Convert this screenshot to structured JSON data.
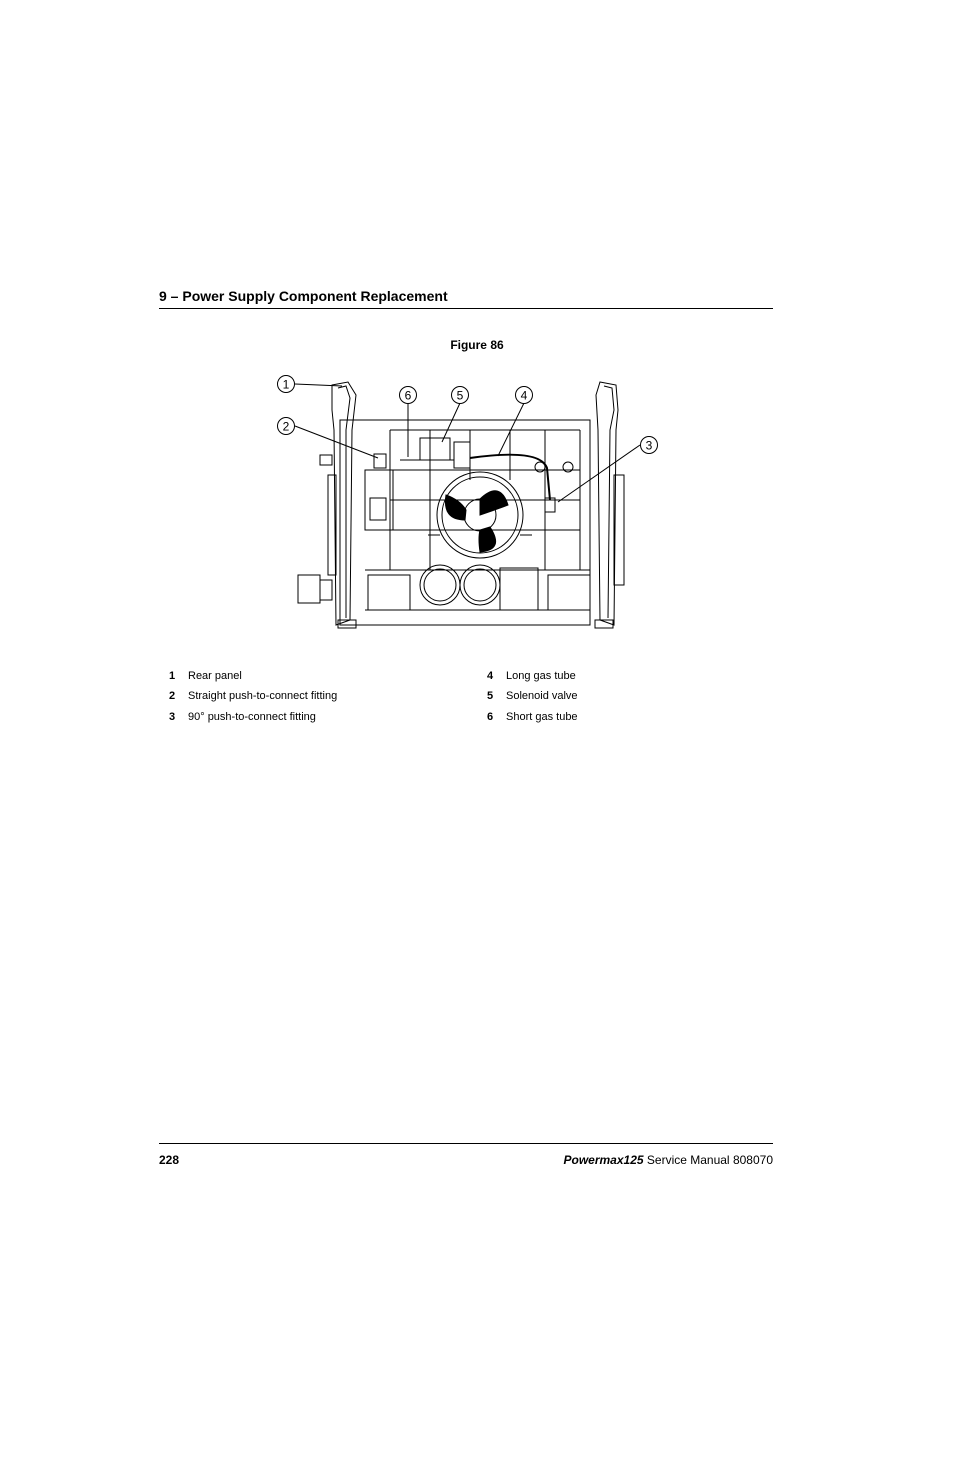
{
  "header": {
    "title": "9  –  Power Supply Component Replacement"
  },
  "figure": {
    "caption": "Figure 86",
    "callouts": [
      "1",
      "2",
      "3",
      "4",
      "5",
      "6"
    ]
  },
  "legend": [
    {
      "number": "1",
      "label": "Rear panel"
    },
    {
      "number": "2",
      "label": "Straight push-to-connect fitting"
    },
    {
      "number": "3",
      "label": "90° push-to-connect fitting"
    },
    {
      "number": "4",
      "label": "Long gas tube"
    },
    {
      "number": "5",
      "label": "Solenoid valve"
    },
    {
      "number": "6",
      "label": "Short gas tube"
    }
  ],
  "footer": {
    "page_number": "228",
    "product": "Powermax125",
    "manual": "Service Manual",
    "part_number": "808070"
  }
}
